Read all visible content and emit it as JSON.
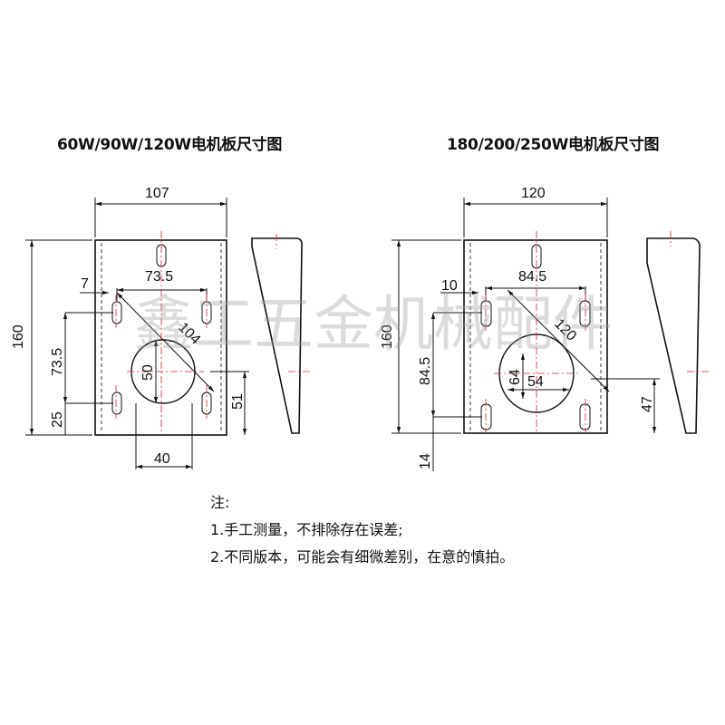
{
  "titles": {
    "left": "60W/90W/120W电机板尺寸图",
    "right": "180/200/250W电机板尺寸图"
  },
  "left_plate": {
    "width": "107",
    "height": "160",
    "slot_offset": "7",
    "slot_span": "73.5",
    "diagonal": "104",
    "slot_height": "73.5",
    "bottom_offset": "25",
    "hole_diameter": "50",
    "hole_width": "40",
    "side_height": "51"
  },
  "right_plate": {
    "width": "120",
    "height": "160",
    "slot_offset": "10",
    "slot_span": "84.5",
    "diagonal": "120",
    "slot_height": "84.5",
    "bottom_offset": "14",
    "hole_height": "64",
    "hole_width": "54",
    "side_height": "47"
  },
  "watermark": "鑫工五金机械配件",
  "notes": {
    "heading": "注:",
    "line1": "1.手工测量，不排除存在误差;",
    "line2": "2.不同版本，可能会有细微差别，在意的慎拍。"
  }
}
